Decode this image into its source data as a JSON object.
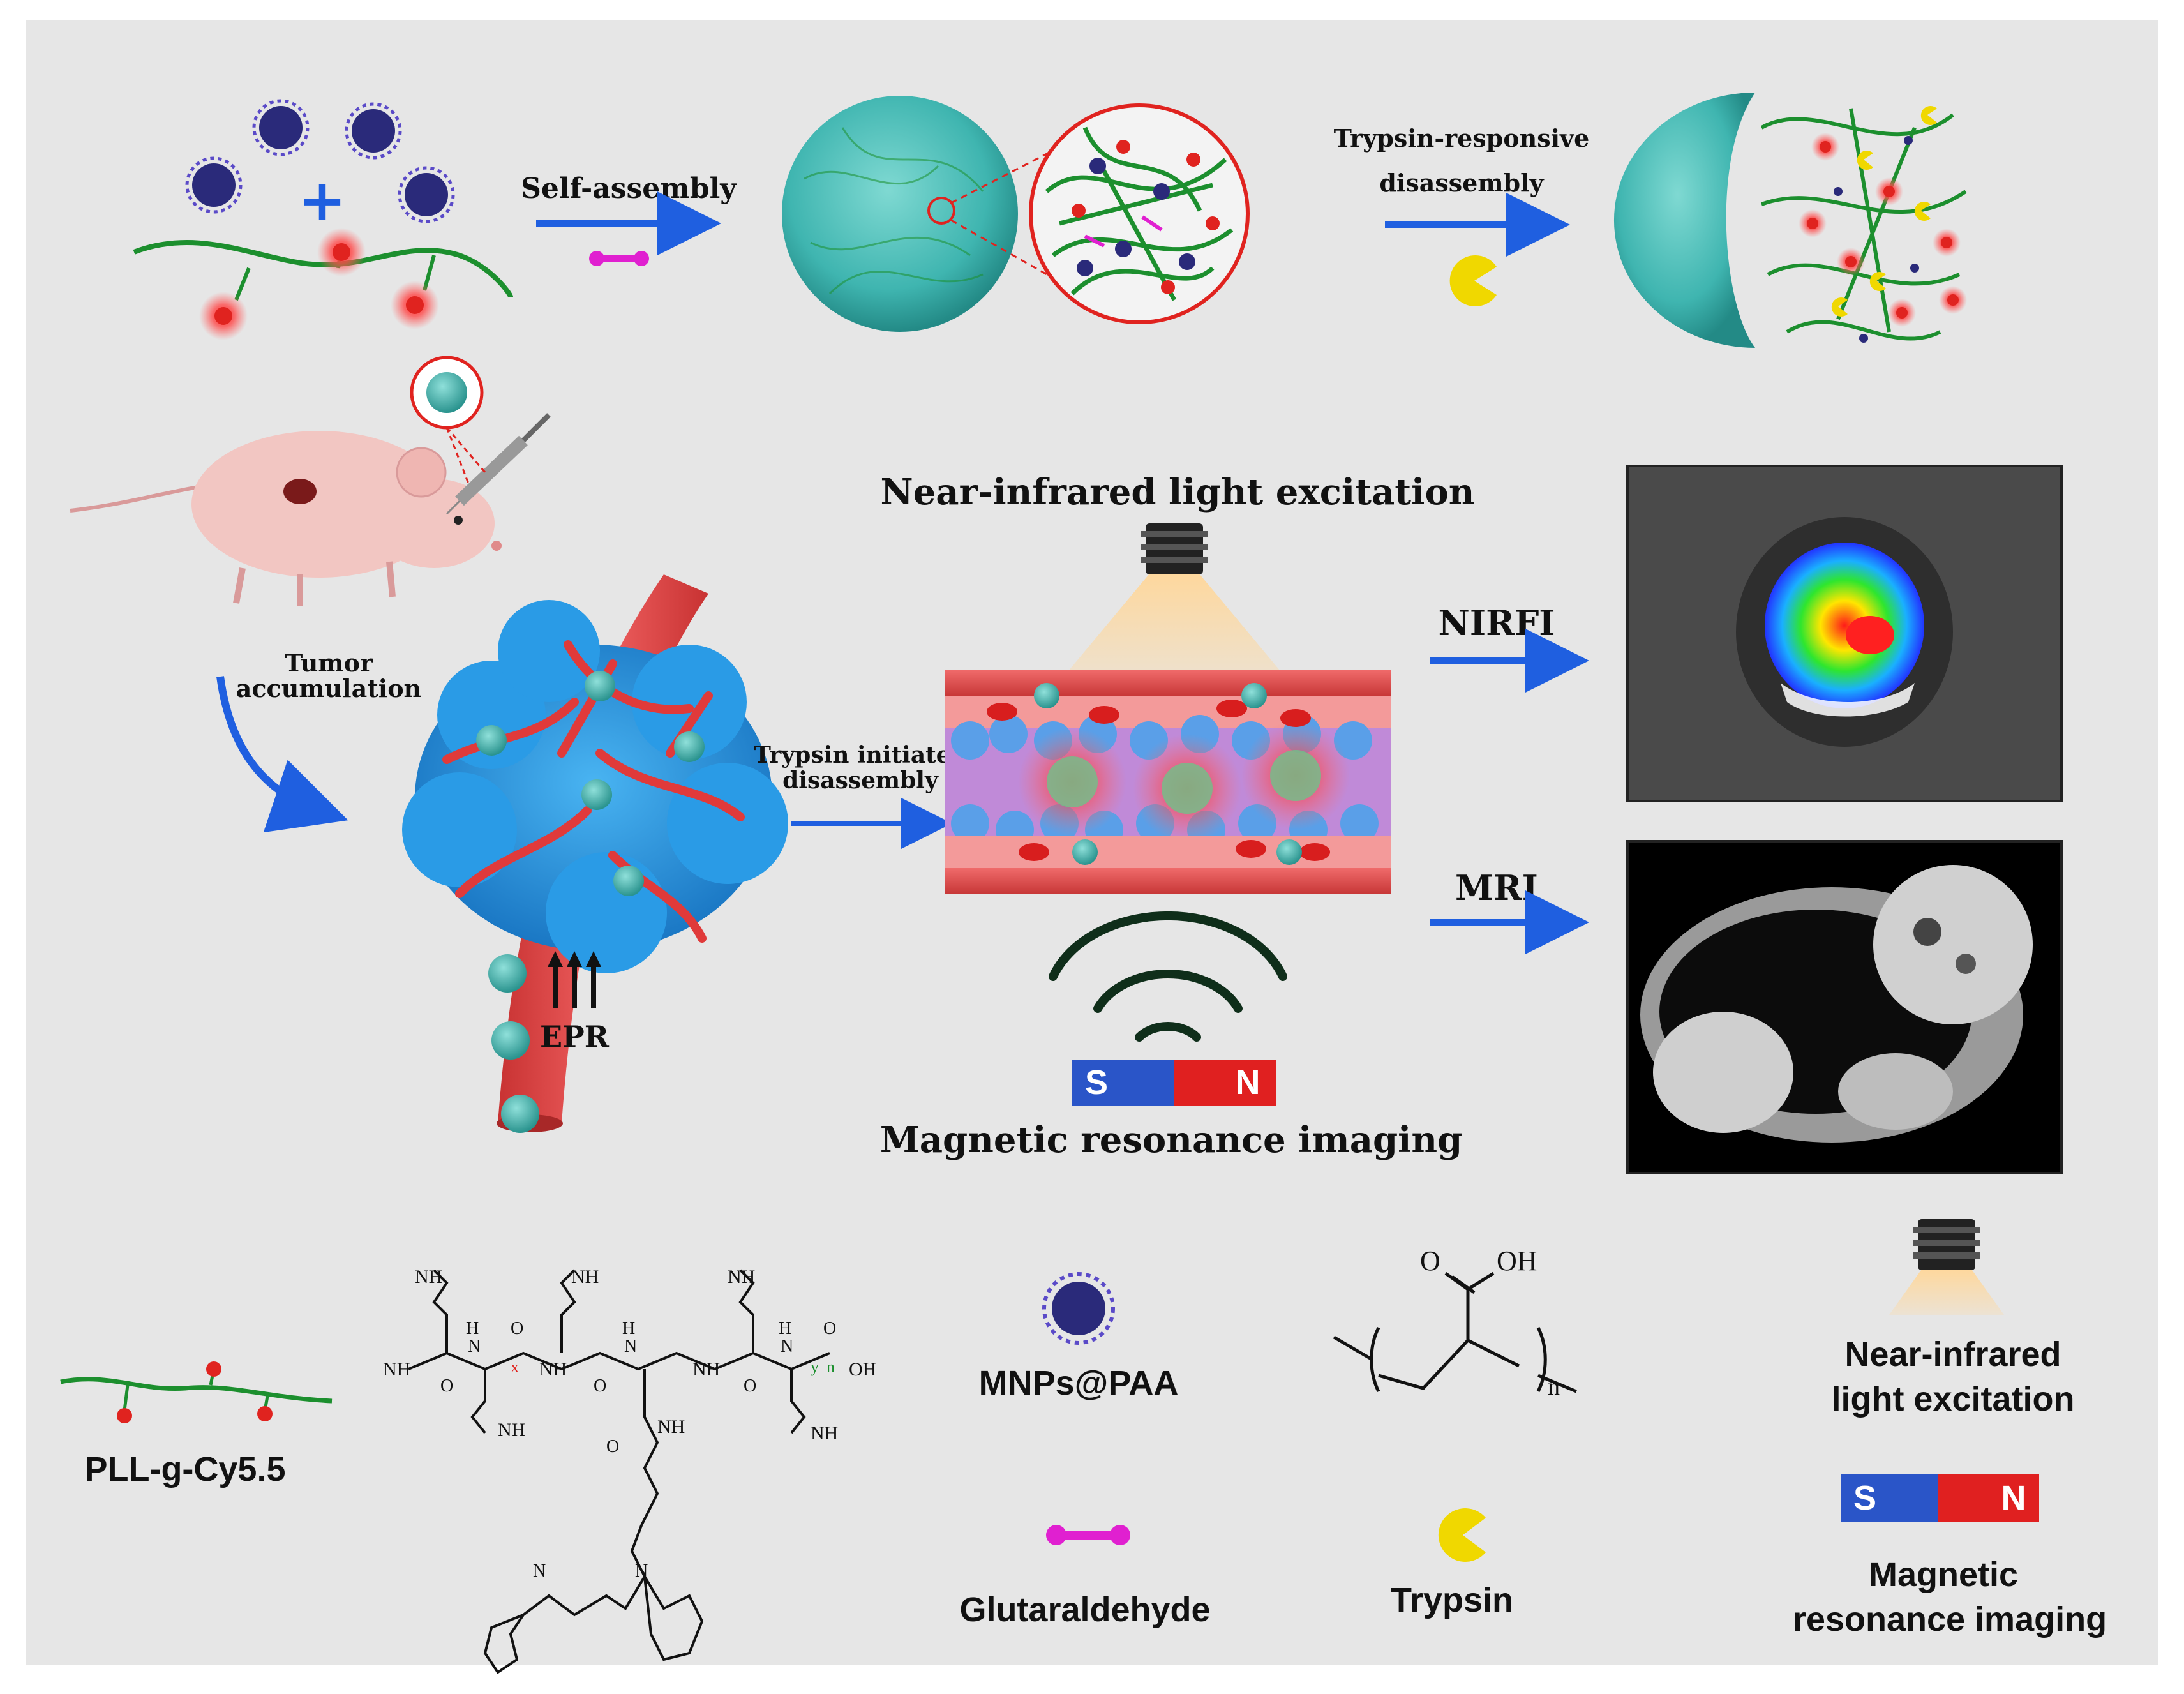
{
  "scheme": {
    "self_assembly_label": "Self-assembly",
    "trypsin_disassembly_label": [
      "Trypsin-responsive",
      "disassembly"
    ],
    "nir_title": "Near-infrared light excitation",
    "tumor_label": [
      "Tumor",
      "accumulation"
    ],
    "trypsin_initiated_label": [
      "Trypsin initiated",
      "disassembly"
    ],
    "epr_label": "EPR",
    "mri_title": "Magnetic resonance imaging",
    "nirfi_label": "NIRFI",
    "mri_label": "MRI",
    "magnet_s": "S",
    "magnet_n": "N"
  },
  "legend": {
    "pll_label": "PLL-g-Cy5.5",
    "mnps_label": "MNPs@PAA",
    "glutaraldehyde_label": "Glutaraldehyde",
    "trypsin_label": "Trypsin",
    "nir_label": [
      "Near-infrared",
      "light excitation"
    ],
    "mri_label": [
      "Magnetic",
      "resonance imaging"
    ]
  },
  "chem": {
    "nh2": "NH",
    "nh": "NH",
    "h": "H",
    "n": "N",
    "o": "O",
    "oh": "OH",
    "x": "x",
    "y": "y",
    "n_sub": "n"
  },
  "colors": {
    "background": "#e6e6e6",
    "arrow_blue": "#1f5fe0",
    "polymer_green": "#1c8f2e",
    "cy_red": "#e0231f",
    "nanoparticle_cyan": "#3fb5b0",
    "tumor_blue": "#1f8fd8",
    "vessel_red": "#e04848",
    "glutaraldehyde_magenta": "#e020d0",
    "trypsin_yellow": "#f0d800",
    "magnet_blue": "#2a55c8",
    "magnet_red": "#e02020"
  }
}
